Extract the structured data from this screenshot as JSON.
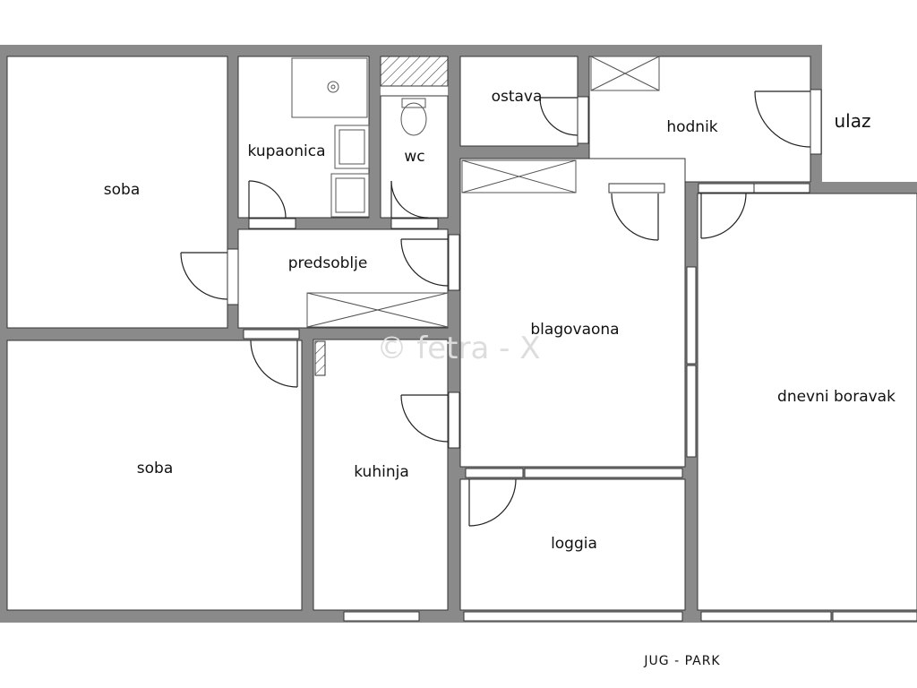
{
  "rooms": {
    "soba_top": "soba",
    "kupaonica": "kupaonica",
    "wc": "wc",
    "ostava": "ostava",
    "hodnik": "hodnik",
    "ulaz": "ulaz",
    "predsoblje": "predsoblje",
    "blagovaona": "blagovaona",
    "dnevni_boravak": "dnevni boravak",
    "soba_bottom": "soba",
    "kuhinja": "kuhinja",
    "loggia": "loggia"
  },
  "orientation_label": "JUG - PARK",
  "watermark": "© fetra - X"
}
